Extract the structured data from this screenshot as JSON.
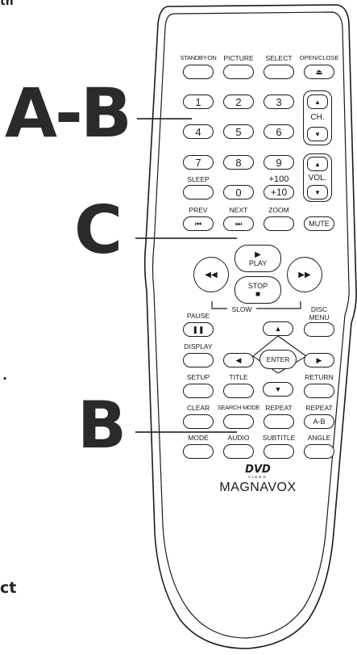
{
  "page": {
    "top_fragment": "th",
    "period_fragment": ".",
    "bottom_fragment": "ct"
  },
  "callouts": [
    {
      "id": "A-B",
      "text": "A-B"
    },
    {
      "id": "C",
      "text": "C"
    },
    {
      "id": "B",
      "text": "B"
    }
  ],
  "remote": {
    "row1": {
      "labels": [
        "STANDBY-ON",
        "PICTURE",
        "SELECT",
        "OPEN/CLOSE"
      ],
      "open_close_icon": "eject-icon"
    },
    "numbers": [
      "1",
      "2",
      "3",
      "4",
      "5",
      "6",
      "7",
      "8",
      "9",
      "0",
      "+10"
    ],
    "plus100": "+100",
    "sleep": "SLEEP",
    "ch": {
      "label": "CH.",
      "up": "up-icon",
      "down": "down-icon"
    },
    "vol": {
      "label": "VOL.",
      "up": "up-icon",
      "down": "down-icon"
    },
    "prev": {
      "label": "PREV",
      "icon": "skip-back-icon"
    },
    "next": {
      "label": "NEXT",
      "icon": "skip-forward-icon"
    },
    "zoom": "ZOOM",
    "mute": "MUTE",
    "play": "PLAY",
    "stop": "STOP",
    "slow": "SLOW",
    "pause": "PAUSE",
    "disc_menu": "DISC\nMENU",
    "display": "DISPLAY",
    "enter": "ENTER",
    "setup": "SETUP",
    "title": "TITLE",
    "return": "RETURN",
    "clear": "CLEAR",
    "search_mode": "SEARCH MODE",
    "repeat1": "REPEAT",
    "repeat2": "REPEAT",
    "ab_button": "A-B",
    "mode": "MODE",
    "audio": "AUDIO",
    "subtitle": "SUBTITLE",
    "angle": "ANGLE",
    "dvd_logo": "DVD",
    "dvd_sub": "VIDEO",
    "brand": "MAGNAVOX"
  }
}
